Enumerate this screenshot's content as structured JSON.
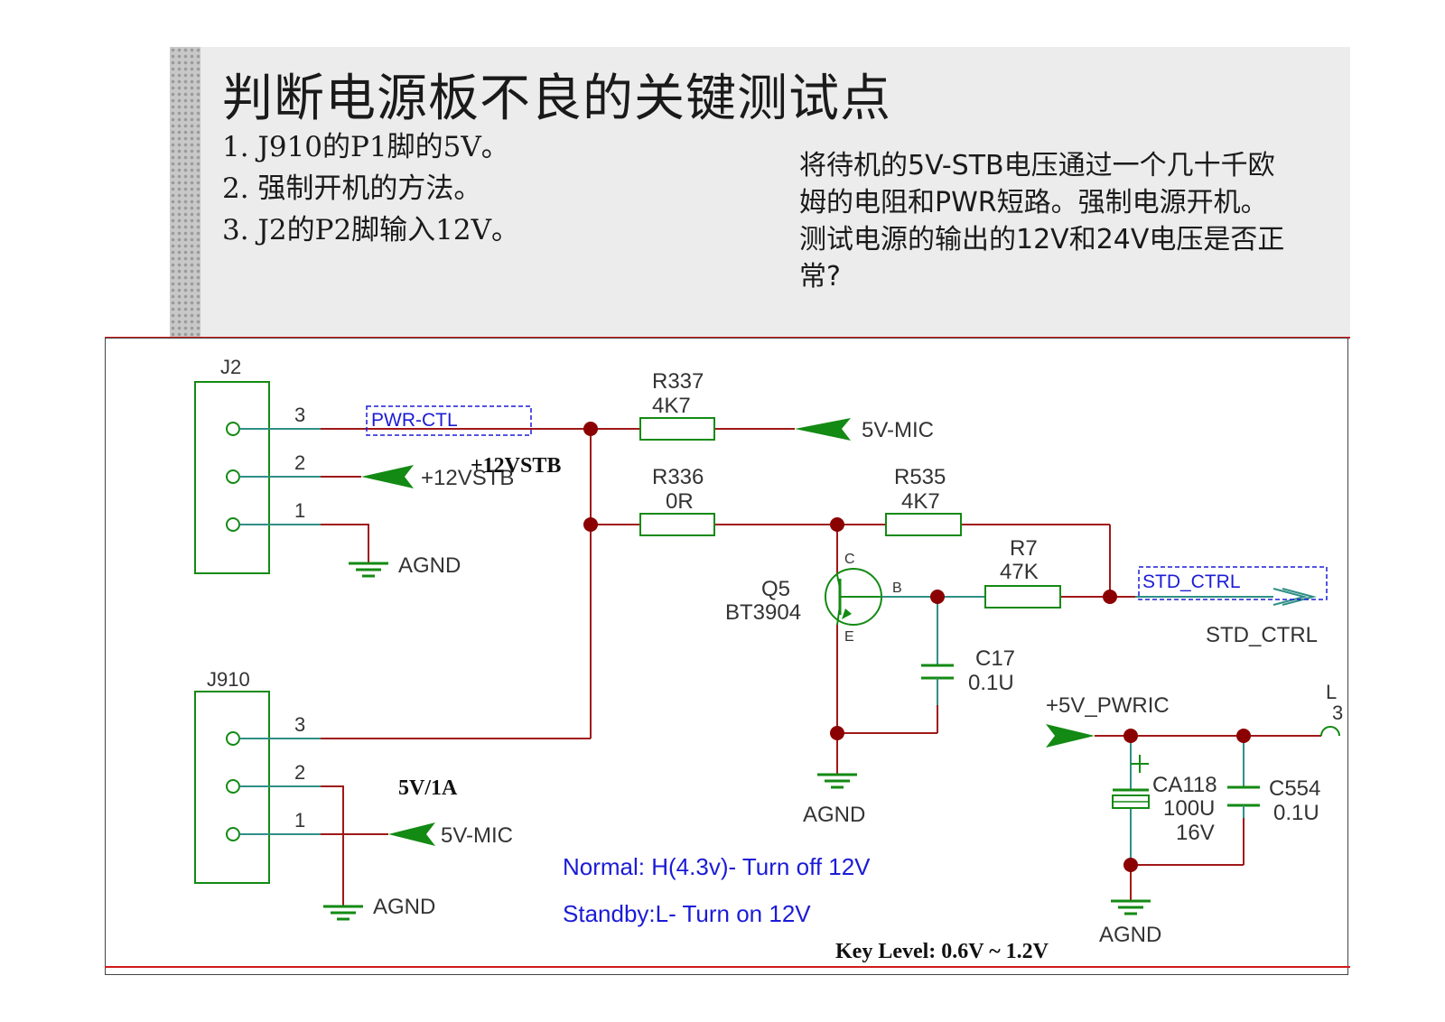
{
  "header": {
    "title": "判断电源板不良的关键测试点",
    "steps": [
      "1. J910的P1脚的5V。",
      "2. 强制开机的方法。",
      "3. J2的P2脚输入12V。"
    ],
    "note": "将待机的5V-STB电压通过一个几十千欧姆的电阻和PWR短路。强制电源开机。测试电源的输出的12V和24V电压是否正常?"
  },
  "schematic": {
    "j2": {
      "name": "J2",
      "pins": [
        "3",
        "2",
        "1"
      ]
    },
    "j910": {
      "name": "J910",
      "pins": [
        "3",
        "2",
        "1"
      ]
    },
    "nets": {
      "pwr_ctl": "PWR-CTL",
      "v12stb": "+12VSTB",
      "v12stb_bold": "+12VSTB",
      "agnd": "AGND",
      "v5mic": "5V-MIC",
      "v5_1a": "5V/1A",
      "std_ctrl": "STD_CTRL",
      "v5_pwric": "+5V_PWRIC"
    },
    "components": {
      "r337": {
        "ref": "R337",
        "value": "4K7"
      },
      "r336": {
        "ref": "R336",
        "value": "0R"
      },
      "r535": {
        "ref": "R535",
        "value": "4K7"
      },
      "r7": {
        "ref": "R7",
        "value": "47K"
      },
      "q5": {
        "ref": "Q5",
        "value": "BT3904",
        "pin_c": "C",
        "pin_b": "B",
        "pin_e": "E"
      },
      "c17": {
        "ref": "C17",
        "value": "0.1U"
      },
      "ca118": {
        "ref": "CA118",
        "value": "100U",
        "voltage": "16V"
      },
      "c554": {
        "ref": "C554",
        "value": "0.1U"
      },
      "l_partial": {
        "ref": "L",
        "num": "3"
      }
    },
    "notes": {
      "normal": "Normal: H(4.3v)- Turn off 12V",
      "standby": "Standby:L- Turn on 12V",
      "key_level": "Key Level: 0.6V ~ 1.2V"
    },
    "colors": {
      "wire": "#a01818",
      "pin": "#2f8f86",
      "ground": "#138a13",
      "arrow": "#138a13",
      "label": "#1b1bd6",
      "junction": "#8b0000"
    }
  }
}
